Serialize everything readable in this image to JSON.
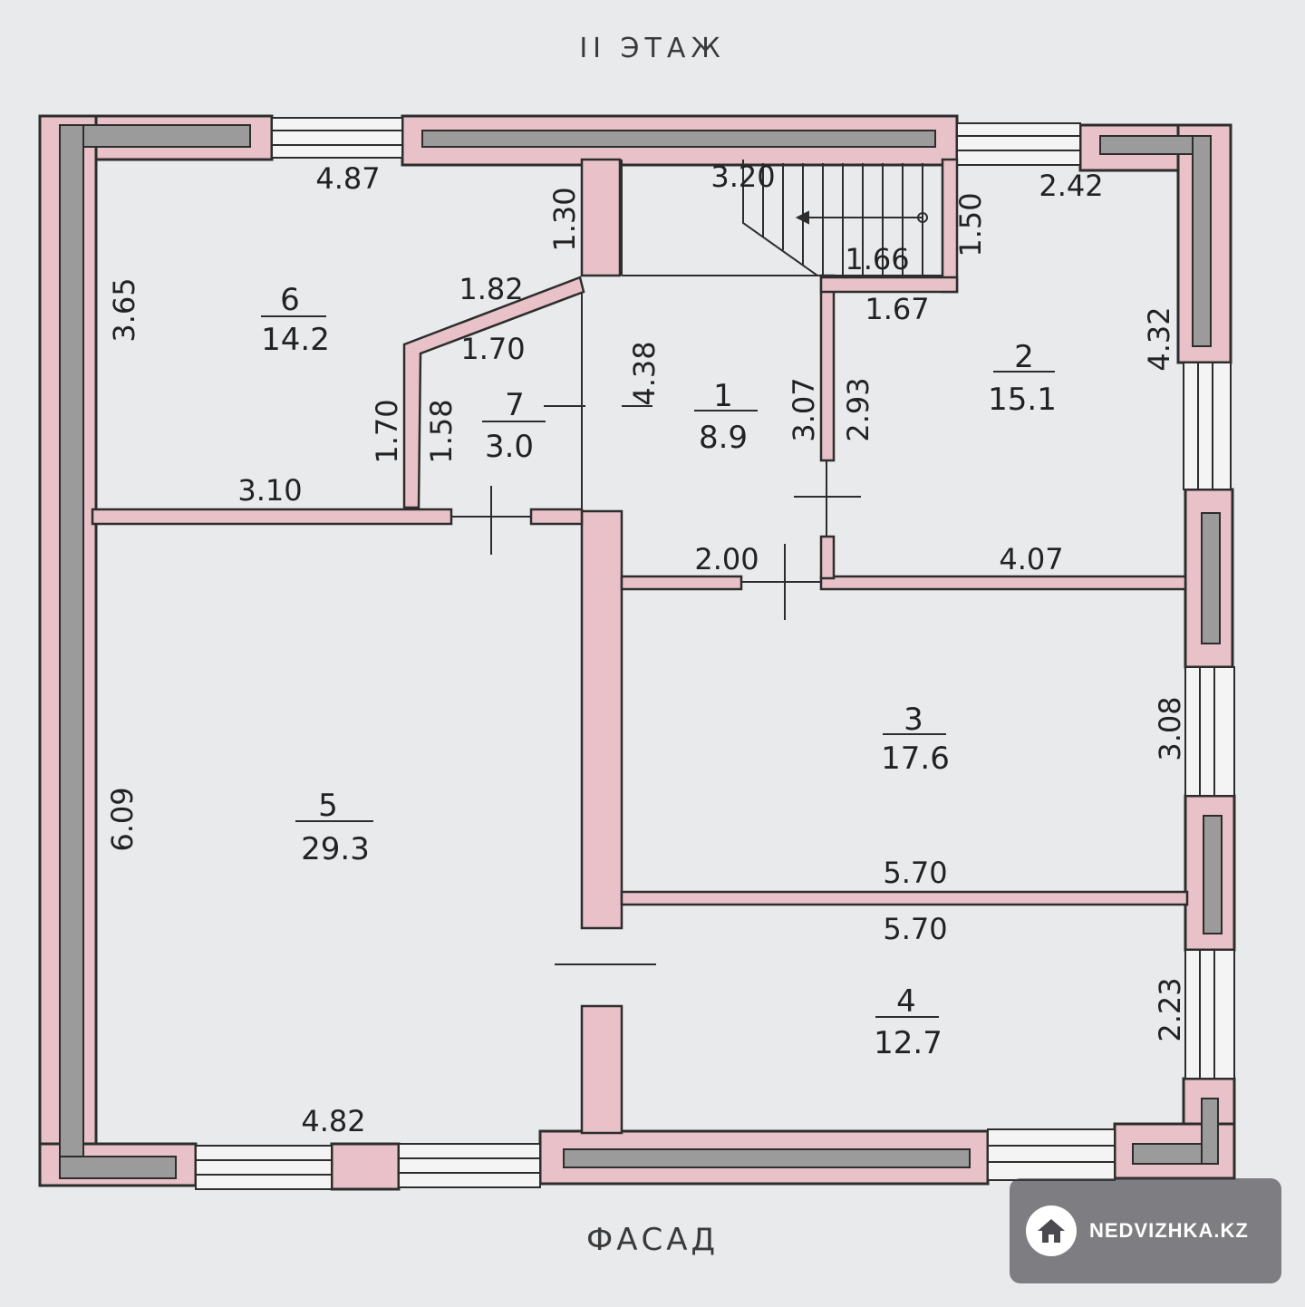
{
  "floor_title": "II ЭТАЖ",
  "facade_label": "ФАСАД",
  "watermark": {
    "text": "NEDVIZHKA.KZ",
    "icon": "house-icon"
  },
  "colors": {
    "wall_fill": "#e8c2c8",
    "wall_stroke": "#2d2d2d",
    "wall_tint": "#d98b99",
    "paper": "#e9eaec"
  },
  "rooms": [
    {
      "number": "1",
      "area": "8.9"
    },
    {
      "number": "2",
      "area": "15.1"
    },
    {
      "number": "3",
      "area": "17.6"
    },
    {
      "number": "4",
      "area": "12.7"
    },
    {
      "number": "5",
      "area": "29.3"
    },
    {
      "number": "6",
      "area": "14.2"
    },
    {
      "number": "7",
      "area": "3.0"
    }
  ],
  "dimensions": [
    "4.87",
    "3.65",
    "1.30",
    "1.82",
    "1.70",
    "1.70",
    "1.58",
    "3.10",
    "3.20",
    "1.66",
    "1.50",
    "2.42",
    "1.67",
    "4.38",
    "3.07",
    "2.93",
    "4.32",
    "2.00",
    "4.07",
    "3.08",
    "5.70",
    "5.70",
    "6.09",
    "2.23",
    "4.82"
  ]
}
